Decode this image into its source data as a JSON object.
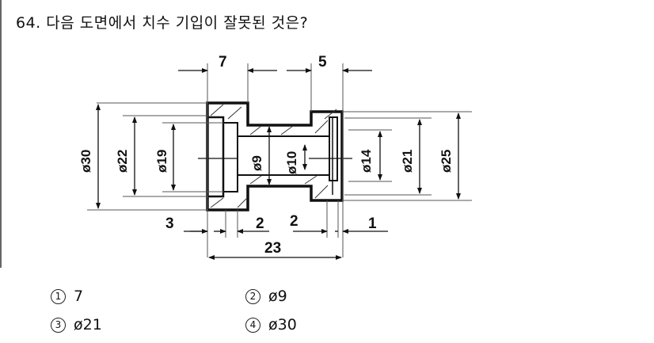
{
  "question": {
    "number": "64.",
    "text": "다음 도면에서 치수 기입이 잘못된 것은?"
  },
  "figure": {
    "description": "Sectional drawing of a stepped cylindrical part with dimensions",
    "dimensions": {
      "top_left": "7",
      "top_right": "5",
      "dia_outer_left": "ø30",
      "dia_left_bore": "ø22",
      "dia_left_step": "ø19",
      "dia_center_bore": "ø9",
      "dia_center_outer": "ø10",
      "dia_right_step": "ø14",
      "dia_right_bore": "ø21",
      "dia_outer_right": "ø25",
      "bottom_3": "3",
      "bottom_2a": "2",
      "bottom_2b": "2",
      "bottom_1": "1",
      "overall_length": "23"
    }
  },
  "choices": [
    {
      "marker": "1",
      "label": "7"
    },
    {
      "marker": "2",
      "label": "ø9"
    },
    {
      "marker": "3",
      "label": "ø21"
    },
    {
      "marker": "4",
      "label": "ø30"
    }
  ]
}
